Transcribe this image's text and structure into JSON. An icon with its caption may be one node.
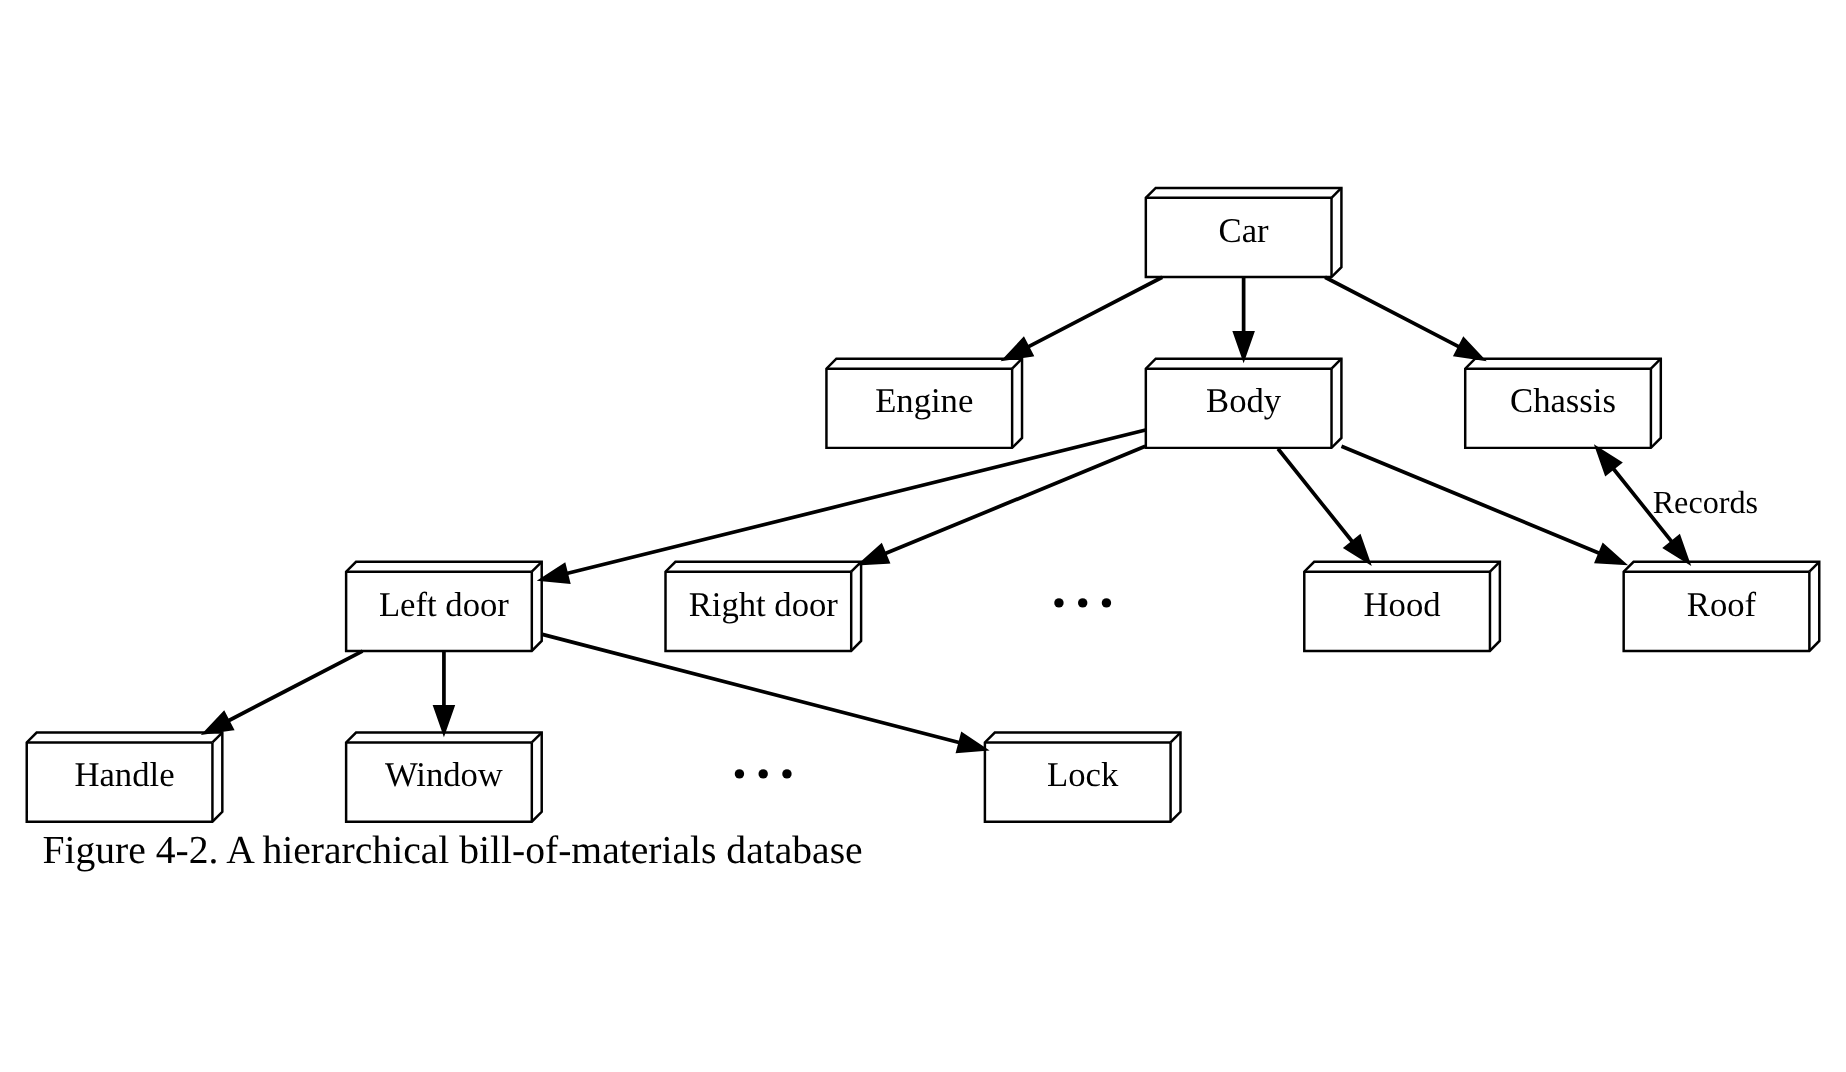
{
  "diagram": {
    "caption": "Figure 4-2. A hierarchical bill-of-materials database",
    "nodes": [
      {
        "text": [
          "Car"
        ]
      },
      {
        "text": [
          "Engine"
        ]
      },
      {
        "text": [
          "Body"
        ]
      },
      {
        "text": [
          "Chassis"
        ]
      },
      {
        "text": [
          "Left door"
        ]
      },
      {
        "text": [
          "Right door"
        ]
      },
      {
        "text": [
          "Hood"
        ]
      },
      {
        "text": [
          "Roof"
        ]
      },
      {
        "text": [
          "Handle"
        ]
      },
      {
        "text": [
          "Window"
        ]
      },
      {
        "text": [
          "Lock"
        ]
      }
    ],
    "edges": [
      {
        "from": 0,
        "to": 1,
        "arrow": "to"
      },
      {
        "from": 0,
        "to": 2,
        "arrow": "to"
      },
      {
        "from": 0,
        "to": 3,
        "arrow": "to"
      },
      {
        "from": 2,
        "to": 4,
        "arrow": "to"
      },
      {
        "from": 2,
        "to": 5,
        "arrow": "to"
      },
      {
        "from": 2,
        "to": 6,
        "arrow": "to"
      },
      {
        "from": 2,
        "to": 7,
        "arrow": "to"
      },
      {
        "from": 4,
        "to": 8,
        "arrow": "to"
      },
      {
        "from": 4,
        "to": 9,
        "arrow": "to"
      },
      {
        "from": 4,
        "to": 10,
        "arrow": "to"
      },
      {
        "from": 3,
        "to": 7,
        "arrow": "both",
        "label": "Records"
      }
    ],
    "labels": [
      "• • •",
      "• • •"
    ]
  }
}
